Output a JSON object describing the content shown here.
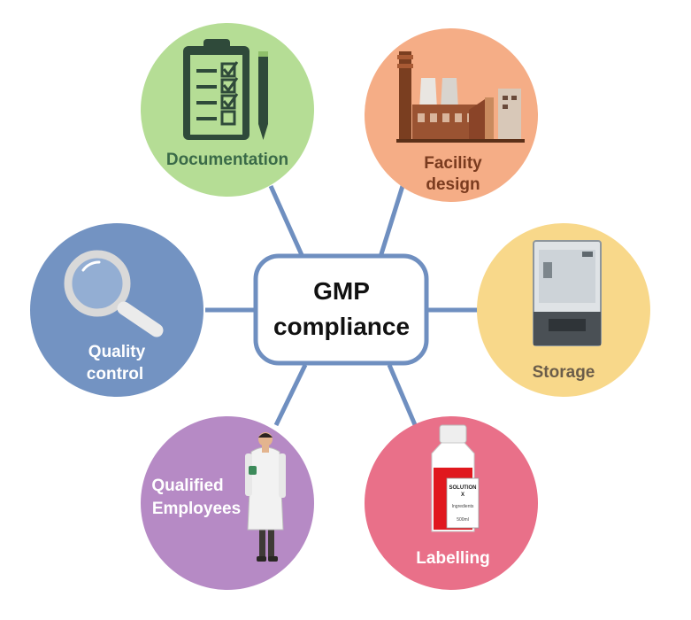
{
  "center": {
    "line1": "GMP",
    "line2": "compliance"
  },
  "colors": {
    "connector": "#6f8fc0",
    "center_border": "#6f8fc0",
    "documentation": "#b5dd95",
    "facility": "#f5ad86",
    "storage": "#f8d88a",
    "labelling": "#e97089",
    "employees": "#b68ac5",
    "quality": "#7393c2"
  },
  "nodes": {
    "documentation": {
      "label": "Documentation",
      "icon": "clipboard-checklist-icon"
    },
    "facility": {
      "label_line1": "Facility",
      "label_line2": "design",
      "icon": "factory-icon"
    },
    "storage": {
      "label": "Storage",
      "icon": "freezer-icon"
    },
    "labelling": {
      "label": "Labelling",
      "icon": "bottle-icon",
      "bottle_text": {
        "line1": "SOLUTION",
        "line2": "X",
        "line3": "Ingredients",
        "line4": "500ml"
      }
    },
    "employees": {
      "label_line1": "Qualified",
      "label_line2": "Employees",
      "icon": "scientist-icon"
    },
    "quality": {
      "label_line1": "Quality",
      "label_line2": "control",
      "icon": "magnifier-icon"
    }
  }
}
